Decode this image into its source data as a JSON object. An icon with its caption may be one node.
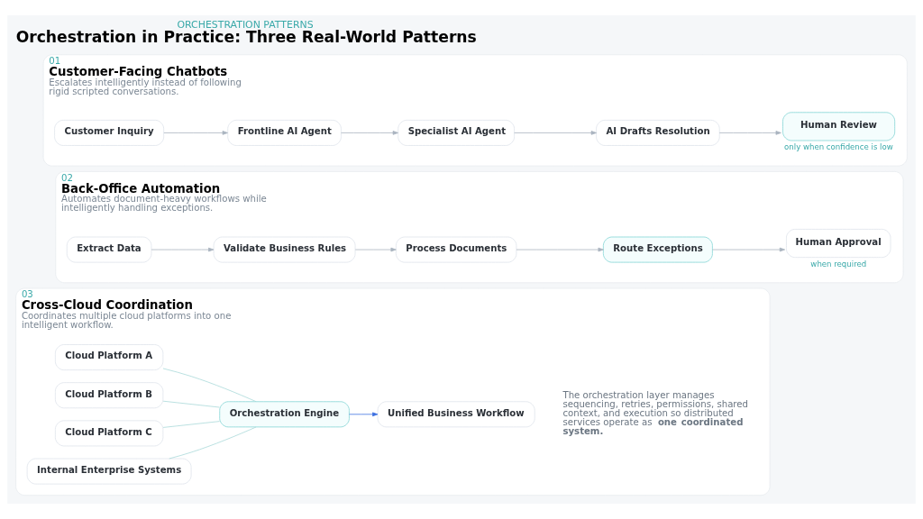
{
  "diagram": {
    "title": "Orchestration in Practice: Three Real-World Patterns",
    "nodes": [
      {
        "text": [
          "01",
          "Customer-Facing Chatbots",
          "Escalates intelligently instead of following rigid scripted conversations."
        ]
      },
      {
        "text": [
          "Customer Inquiry"
        ],
        "in": 0
      },
      {
        "text": [
          "Frontline AI Agent"
        ],
        "in": 0
      },
      {
        "text": [
          "Specialist AI Agent"
        ],
        "in": 0
      },
      {
        "text": [
          "AI Drafts Resolution"
        ],
        "in": 0
      },
      {
        "text": [
          "Human Review"
        ],
        "in": 0,
        "beside": [
          "only when confidence is low"
        ]
      },
      {
        "text": [
          "02",
          "Back-Office Automation",
          "Automates document-heavy workflows while intelligently handling exceptions."
        ]
      },
      {
        "text": [
          "Extract Data"
        ],
        "in": 6
      },
      {
        "text": [
          "Validate Business Rules"
        ],
        "in": 6
      },
      {
        "text": [
          "Process Documents"
        ],
        "in": 6
      },
      {
        "text": [
          "Route Exceptions"
        ],
        "in": 6
      },
      {
        "text": [
          "Human Approval"
        ],
        "in": 6,
        "beside": [
          "when required"
        ]
      },
      {
        "text": [
          "03",
          "Cross-Cloud Coordination",
          "Coordinates multiple cloud platforms into one intelligent workflow."
        ]
      },
      {
        "text": [
          "Cloud Platform A"
        ],
        "in": 12
      },
      {
        "text": [
          "Cloud Platform B"
        ],
        "in": 12
      },
      {
        "text": [
          "Cloud Platform C"
        ],
        "in": 12
      },
      {
        "text": [
          "Internal Enterprise Systems"
        ],
        "in": 12
      },
      {
        "text": [
          "Orchestration Engine"
        ],
        "in": 12
      },
      {
        "text": [
          "Unified Business Workflow"
        ],
        "in": 12
      }
    ],
    "edges": [
      {
        "from": 1,
        "to": 2,
        "arrow": "to"
      },
      {
        "from": 2,
        "to": 3,
        "arrow": "to"
      },
      {
        "from": 3,
        "to": 4,
        "arrow": "to"
      },
      {
        "from": 4,
        "to": 5,
        "arrow": "to"
      },
      {
        "from": 7,
        "to": 8,
        "arrow": "to"
      },
      {
        "from": 8,
        "to": 9,
        "arrow": "to"
      },
      {
        "from": 9,
        "to": 10,
        "arrow": "to"
      },
      {
        "from": 10,
        "to": 11,
        "arrow": "to"
      },
      {
        "from": 13,
        "to": 17,
        "arrow": "none",
        "color": "#a8d8d8"
      },
      {
        "from": 14,
        "to": 17,
        "arrow": "none",
        "color": "#a8d8d8"
      },
      {
        "from": 15,
        "to": 17,
        "arrow": "none",
        "color": "#a8d8d8"
      },
      {
        "from": 16,
        "to": 17,
        "arrow": "none",
        "color": "#a8d8d8"
      },
      {
        "from": 17,
        "to": 18,
        "arrow": "to",
        "color": "#3b6fe0"
      }
    ],
    "labels": [
      "ORCHESTRATION PATTERNS",
      "The orchestration layer manages sequencing, retries, permissions, shared context, and execution so distributed services operate as **one coordinated system.**"
    ]
  }
}
